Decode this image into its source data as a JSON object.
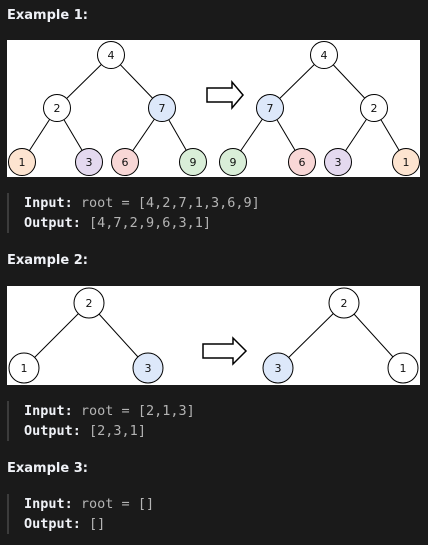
{
  "examples": [
    {
      "title": "Example 1:",
      "input_label": "Input:",
      "input_value": "root = [4,2,7,1,3,6,9]",
      "output_label": "Output:",
      "output_value": "[4,7,2,9,6,3,1]",
      "before_nodes": [
        {
          "label": "4",
          "fill": "#ffffff"
        },
        {
          "label": "2",
          "fill": "#ffffff"
        },
        {
          "label": "7",
          "fill": "#dde8fa"
        },
        {
          "label": "1",
          "fill": "#fde4d0"
        },
        {
          "label": "3",
          "fill": "#e4d9ef"
        },
        {
          "label": "6",
          "fill": "#f8d7d6"
        },
        {
          "label": "9",
          "fill": "#d9eed8"
        }
      ],
      "after_nodes": [
        {
          "label": "4",
          "fill": "#ffffff"
        },
        {
          "label": "7",
          "fill": "#dde8fa"
        },
        {
          "label": "2",
          "fill": "#ffffff"
        },
        {
          "label": "9",
          "fill": "#d9eed8"
        },
        {
          "label": "6",
          "fill": "#f8d7d6"
        },
        {
          "label": "3",
          "fill": "#e4d9ef"
        },
        {
          "label": "1",
          "fill": "#fde4d0"
        }
      ]
    },
    {
      "title": "Example 2:",
      "input_label": "Input:",
      "input_value": "root = [2,1,3]",
      "output_label": "Output:",
      "output_value": "[2,3,1]",
      "before_nodes": [
        {
          "label": "2",
          "fill": "#ffffff"
        },
        {
          "label": "1",
          "fill": "#ffffff"
        },
        {
          "label": "3",
          "fill": "#dde8fa"
        }
      ],
      "after_nodes": [
        {
          "label": "2",
          "fill": "#ffffff"
        },
        {
          "label": "3",
          "fill": "#dde8fa"
        },
        {
          "label": "1",
          "fill": "#ffffff"
        }
      ]
    },
    {
      "title": "Example 3:",
      "input_label": "Input:",
      "input_value": "root = []",
      "output_label": "Output:",
      "output_value": "[]"
    }
  ]
}
